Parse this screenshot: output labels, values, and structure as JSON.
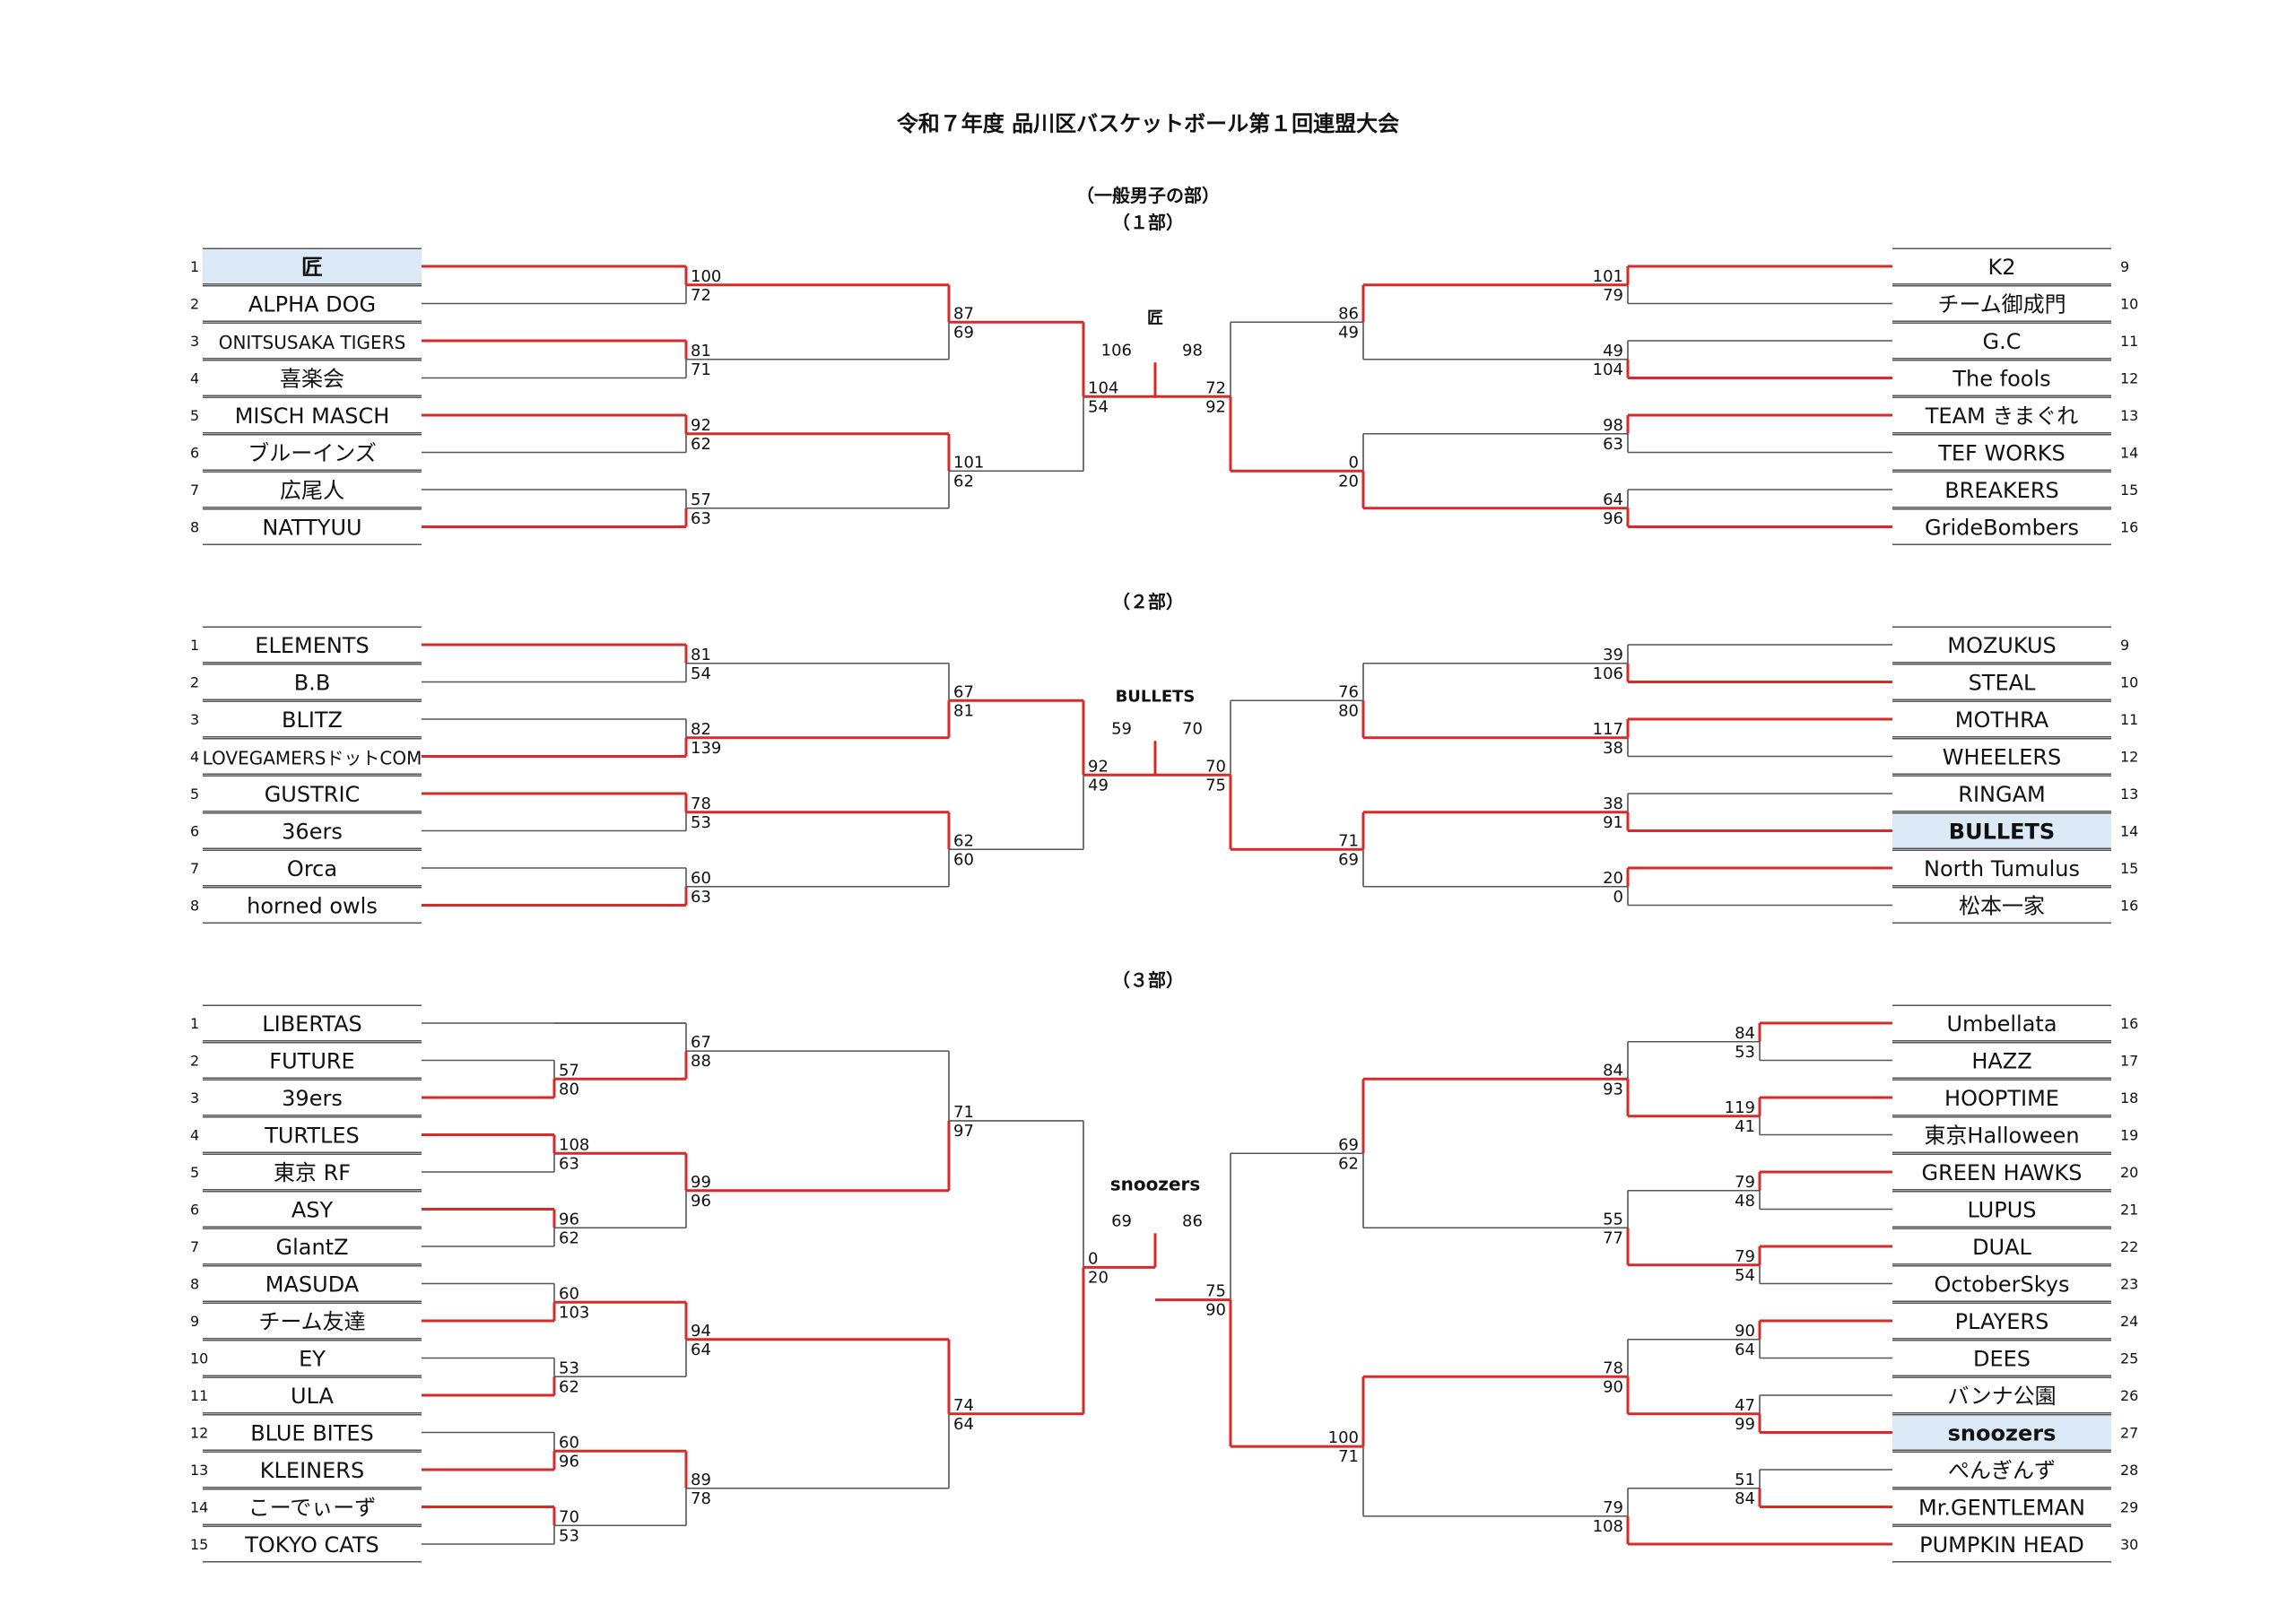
{
  "title": "令和７年度 品川区バスケットボール第１回連盟大会",
  "category": "（一般男子の部）",
  "colors": {
    "win": "#d62b2b",
    "line": "#555555",
    "highlight": "#dce9f7"
  },
  "divisions": [
    {
      "label": "（１部）",
      "champion": "匠",
      "final_scores": [
        "106",
        "98"
      ],
      "left": {
        "teams": [
          {
            "no": "1",
            "name": "匠",
            "highlight": true
          },
          {
            "no": "2",
            "name": "ALPHA DOG"
          },
          {
            "no": "3",
            "name": "ONITSUSAKA TIGERS"
          },
          {
            "no": "4",
            "name": "喜楽会"
          },
          {
            "no": "5",
            "name": "MISCH MASCH"
          },
          {
            "no": "6",
            "name": "ブルーインズ"
          },
          {
            "no": "7",
            "name": "広尾人"
          },
          {
            "no": "8",
            "name": "NATTYUU"
          }
        ],
        "rounds": [
          [
            [
              "100",
              "72"
            ],
            [
              "81",
              "71"
            ],
            [
              "92",
              "62"
            ],
            [
              "57",
              "63"
            ]
          ],
          [
            [
              "87",
              "69"
            ],
            [
              "101",
              "62"
            ]
          ],
          [
            [
              "104",
              "54"
            ]
          ]
        ]
      },
      "right": {
        "teams": [
          {
            "no": "9",
            "name": "K2"
          },
          {
            "no": "10",
            "name": "チーム御成門"
          },
          {
            "no": "11",
            "name": "G.C"
          },
          {
            "no": "12",
            "name": "The fools"
          },
          {
            "no": "13",
            "name": "TEAM きまぐれ"
          },
          {
            "no": "14",
            "name": "TEF WORKS"
          },
          {
            "no": "15",
            "name": "BREAKERS"
          },
          {
            "no": "16",
            "name": "GrideBombers"
          }
        ],
        "rounds": [
          [
            [
              "101",
              "79"
            ],
            [
              "49",
              "104"
            ],
            [
              "98",
              "63"
            ],
            [
              "64",
              "96"
            ]
          ],
          [
            [
              "86",
              "49"
            ],
            [
              "0",
              "20"
            ]
          ],
          [
            [
              "72",
              "92"
            ]
          ]
        ]
      }
    },
    {
      "label": "（２部）",
      "champion": "BULLETS",
      "final_scores": [
        "59",
        "70"
      ],
      "left": {
        "teams": [
          {
            "no": "1",
            "name": "ELEMENTS"
          },
          {
            "no": "2",
            "name": "B.B"
          },
          {
            "no": "3",
            "name": "BLITZ"
          },
          {
            "no": "4",
            "name": "LOVEGAMERSドットCOM"
          },
          {
            "no": "5",
            "name": "GUSTRIC"
          },
          {
            "no": "6",
            "name": "36ers"
          },
          {
            "no": "7",
            "name": "Orca"
          },
          {
            "no": "8",
            "name": "horned owls"
          }
        ],
        "rounds": [
          [
            [
              "81",
              "54"
            ],
            [
              "82",
              "139"
            ],
            [
              "78",
              "53"
            ],
            [
              "60",
              "63"
            ]
          ],
          [
            [
              "67",
              "81"
            ],
            [
              "62",
              "60"
            ]
          ],
          [
            [
              "92",
              "49"
            ]
          ]
        ]
      },
      "right": {
        "teams": [
          {
            "no": "9",
            "name": "MOZUKUS"
          },
          {
            "no": "10",
            "name": "STEAL"
          },
          {
            "no": "11",
            "name": "MOTHRA"
          },
          {
            "no": "12",
            "name": "WHEELERS"
          },
          {
            "no": "13",
            "name": "RINGAM"
          },
          {
            "no": "14",
            "name": "BULLETS",
            "highlight": true
          },
          {
            "no": "15",
            "name": "North Tumulus"
          },
          {
            "no": "16",
            "name": "松本一家"
          }
        ],
        "rounds": [
          [
            [
              "39",
              "106"
            ],
            [
              "117",
              "38"
            ],
            [
              "38",
              "91"
            ],
            [
              "20",
              "0"
            ]
          ],
          [
            [
              "76",
              "80"
            ],
            [
              "71",
              "69"
            ]
          ],
          [
            [
              "70",
              "75"
            ]
          ]
        ]
      }
    },
    {
      "label": "（３部）",
      "champion": "snoozers",
      "final_scores": [
        "69",
        "86"
      ],
      "left": {
        "teams": [
          {
            "no": "1",
            "name": "LIBERTAS"
          },
          {
            "no": "2",
            "name": "FUTURE"
          },
          {
            "no": "3",
            "name": "39ers"
          },
          {
            "no": "4",
            "name": "TURTLES"
          },
          {
            "no": "5",
            "name": "東京 RF"
          },
          {
            "no": "6",
            "name": "ASY"
          },
          {
            "no": "7",
            "name": "GlantZ"
          },
          {
            "no": "8",
            "name": "MASUDA"
          },
          {
            "no": "9",
            "name": "チーム友達"
          },
          {
            "no": "10",
            "name": "EY"
          },
          {
            "no": "11",
            "name": "ULA"
          },
          {
            "no": "12",
            "name": "BLUE BITES"
          },
          {
            "no": "13",
            "name": "KLEINERS"
          },
          {
            "no": "14",
            "name": "こーでぃーず"
          },
          {
            "no": "15",
            "name": "TOKYO CATS"
          }
        ],
        "r1": [
          [
            "57",
            "80"
          ],
          [
            "108",
            "63"
          ],
          [
            "96",
            "62"
          ],
          [
            "60",
            "103"
          ],
          [
            "53",
            "62"
          ],
          [
            "60",
            "96"
          ],
          [
            "70",
            "53"
          ]
        ],
        "r2": [
          [
            "67",
            "88"
          ],
          [
            "99",
            "96"
          ],
          [
            "94",
            "64"
          ],
          [
            "89",
            "78"
          ]
        ],
        "r3": [
          [
            "71",
            "97"
          ],
          [
            "74",
            "64"
          ]
        ],
        "r4": [
          [
            "0",
            "20"
          ]
        ]
      },
      "right": {
        "teams": [
          {
            "no": "16",
            "name": "Umbellata"
          },
          {
            "no": "17",
            "name": "HAZZ"
          },
          {
            "no": "18",
            "name": "HOOPTIME"
          },
          {
            "no": "19",
            "name": "東京Halloween"
          },
          {
            "no": "20",
            "name": "GREEN HAWKS"
          },
          {
            "no": "21",
            "name": "LUPUS"
          },
          {
            "no": "22",
            "name": "DUAL"
          },
          {
            "no": "23",
            "name": "OctoberSkys"
          },
          {
            "no": "24",
            "name": "PLAYERS"
          },
          {
            "no": "25",
            "name": "DEES"
          },
          {
            "no": "26",
            "name": "バンナ公園"
          },
          {
            "no": "27",
            "name": "snoozers",
            "highlight": true
          },
          {
            "no": "28",
            "name": "ぺんぎんず"
          },
          {
            "no": "29",
            "name": "Mr.GENTLEMAN"
          },
          {
            "no": "30",
            "name": "PUMPKIN HEAD"
          }
        ],
        "r1": [
          [
            "84",
            "53"
          ],
          [
            "119",
            "41"
          ],
          [
            "79",
            "48"
          ],
          [
            "79",
            "54"
          ],
          [
            "90",
            "64"
          ],
          [
            "47",
            "99"
          ],
          [
            "51",
            "84"
          ]
        ],
        "r2": [
          [
            "84",
            "93"
          ],
          [
            "55",
            "77"
          ],
          [
            "78",
            "90"
          ],
          [
            "79",
            "108"
          ]
        ],
        "r3": [
          [
            "69",
            "62"
          ],
          [
            "100",
            "71"
          ]
        ],
        "r4": [
          [
            "75",
            "90"
          ]
        ]
      }
    }
  ]
}
